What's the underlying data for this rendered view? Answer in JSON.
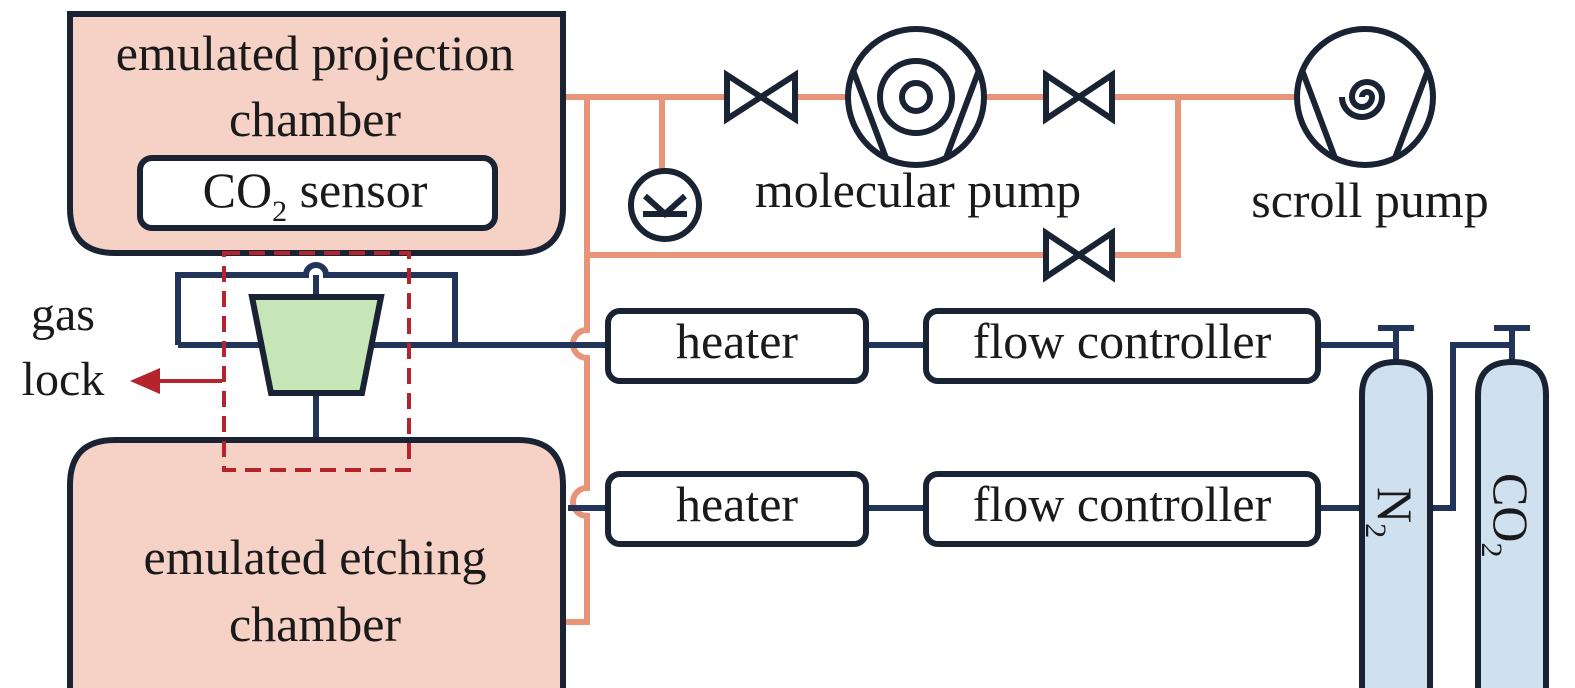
{
  "chambers": {
    "projection": {
      "line1": "emulated  projection",
      "line2": "chamber"
    },
    "etching": {
      "line1": "emulated etching",
      "line2": "chamber"
    }
  },
  "sensor": {
    "main": "CO",
    "sub": "2",
    "rest": " sensor"
  },
  "gas_lock": {
    "line1": "gas",
    "line2": "lock"
  },
  "pumps": {
    "molecular": "molecular pump",
    "scroll": "scroll pump"
  },
  "lines": [
    {
      "heater": "heater",
      "flow_controller": "flow controller"
    },
    {
      "heater": "heater",
      "flow_controller": "flow controller"
    }
  ],
  "cylinders": [
    {
      "main": "N",
      "sub": "2"
    },
    {
      "main": "CO",
      "sub": "2"
    }
  ],
  "colors": {
    "chamber_fill": "#f6d2c6",
    "vacuum_pipe": "#e89478",
    "gas_pipe": "#22345a",
    "gas_lock_fill": "#c7e6b8",
    "gas_lock_border": "#b5232c",
    "cylinder_fill": "#cfe0ef",
    "outline": "#1a2333"
  }
}
